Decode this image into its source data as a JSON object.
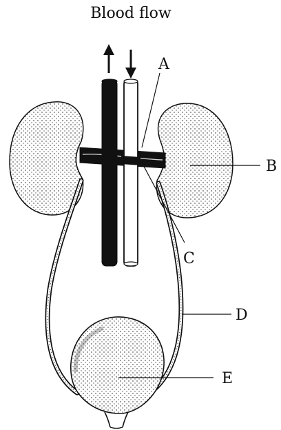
{
  "heading": "Blood flow",
  "labels": {
    "a": "A",
    "b": "B",
    "c": "C",
    "d": "D",
    "e": "E"
  },
  "colors": {
    "ink": "#111111",
    "paper": "#ffffff"
  },
  "icons": {
    "up": "arrow-up-icon",
    "down": "arrow-down-icon"
  }
}
